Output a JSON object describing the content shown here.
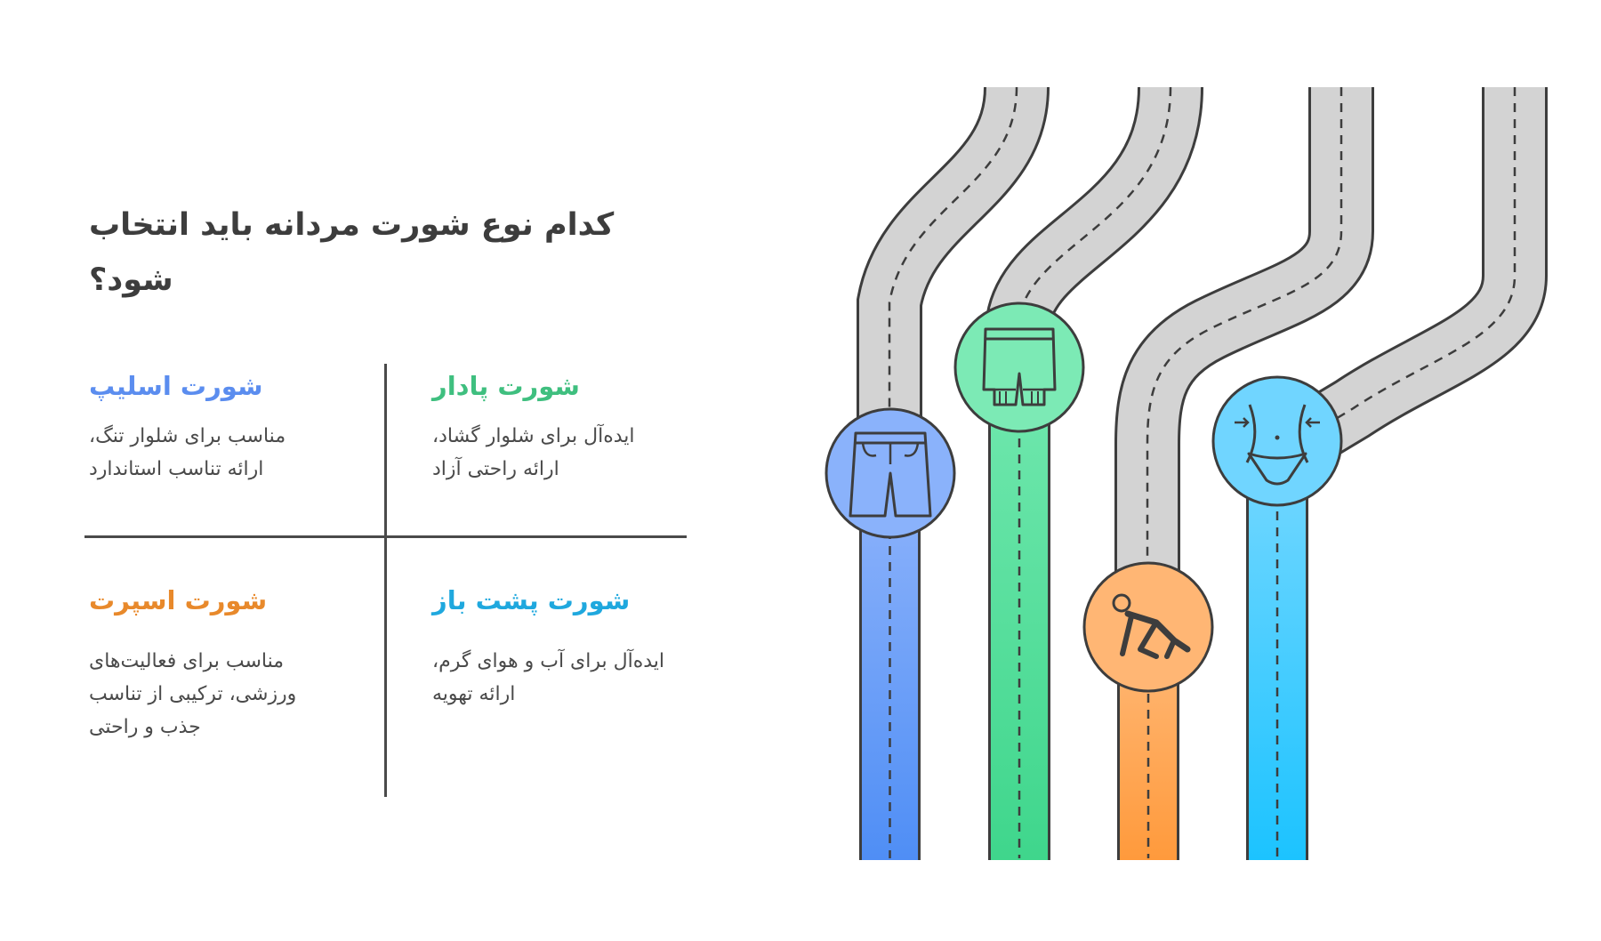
{
  "title": "کدام نوع شورت مردانه باید انتخاب شود؟",
  "options": [
    {
      "id": "slip",
      "title": "شورت اسلیپ",
      "desc_lines": [
        "مناسب برای شلوار تنگ،",
        "ارائه تناسب استاندارد"
      ],
      "color": "#5b8def",
      "icon": "shorts-icon"
    },
    {
      "id": "padar",
      "title": "شورت پادار",
      "desc_lines": [
        "ایده‌آل برای شلوار گشاد،",
        "ارائه راحتی آزاد"
      ],
      "color": "#3fbf7f",
      "icon": "boxer-shorts-icon"
    },
    {
      "id": "sport",
      "title": "شورت اسپرت",
      "desc_lines": [
        "مناسب برای فعالیت‌های",
        "ورزشی، ترکیبی از تناسب",
        "جذب و راحتی"
      ],
      "color": "#e8892b",
      "icon": "sprinter-icon"
    },
    {
      "id": "poshtbaz",
      "title": "شورت پشت باز",
      "desc_lines": [
        "ایده‌آل برای آب و هوای گرم،",
        "ارائه تهویه"
      ],
      "color": "#1fa8de",
      "icon": "fitted-waist-icon"
    }
  ]
}
